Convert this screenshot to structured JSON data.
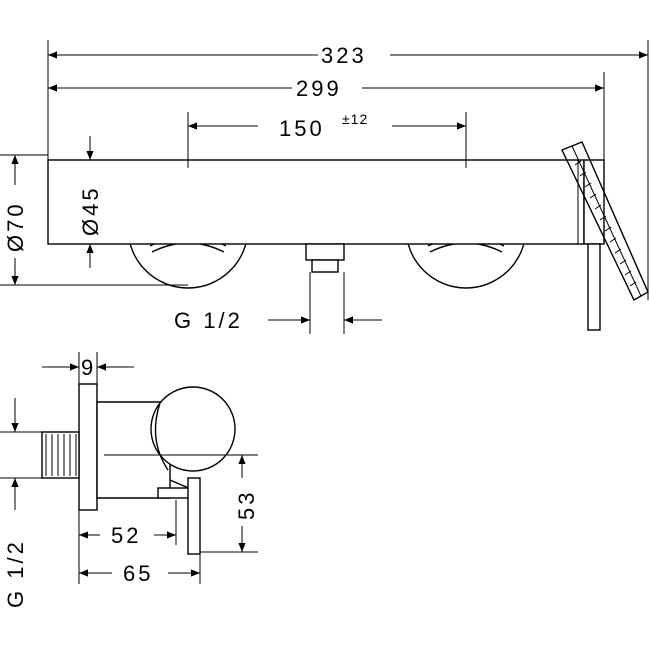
{
  "dimensions": {
    "overall_width": "323",
    "body_width": "299",
    "handle_spacing": "150",
    "handle_spacing_tolerance": "±12",
    "body_height_diameter": "Ø70",
    "handle_diameter": "Ø45",
    "outlet_thread_front": "G 1/2",
    "wall_offset": "9",
    "outlet_thread_side": "G 1/2",
    "body_depth": "52",
    "total_depth": "65",
    "outlet_drop": "53"
  }
}
